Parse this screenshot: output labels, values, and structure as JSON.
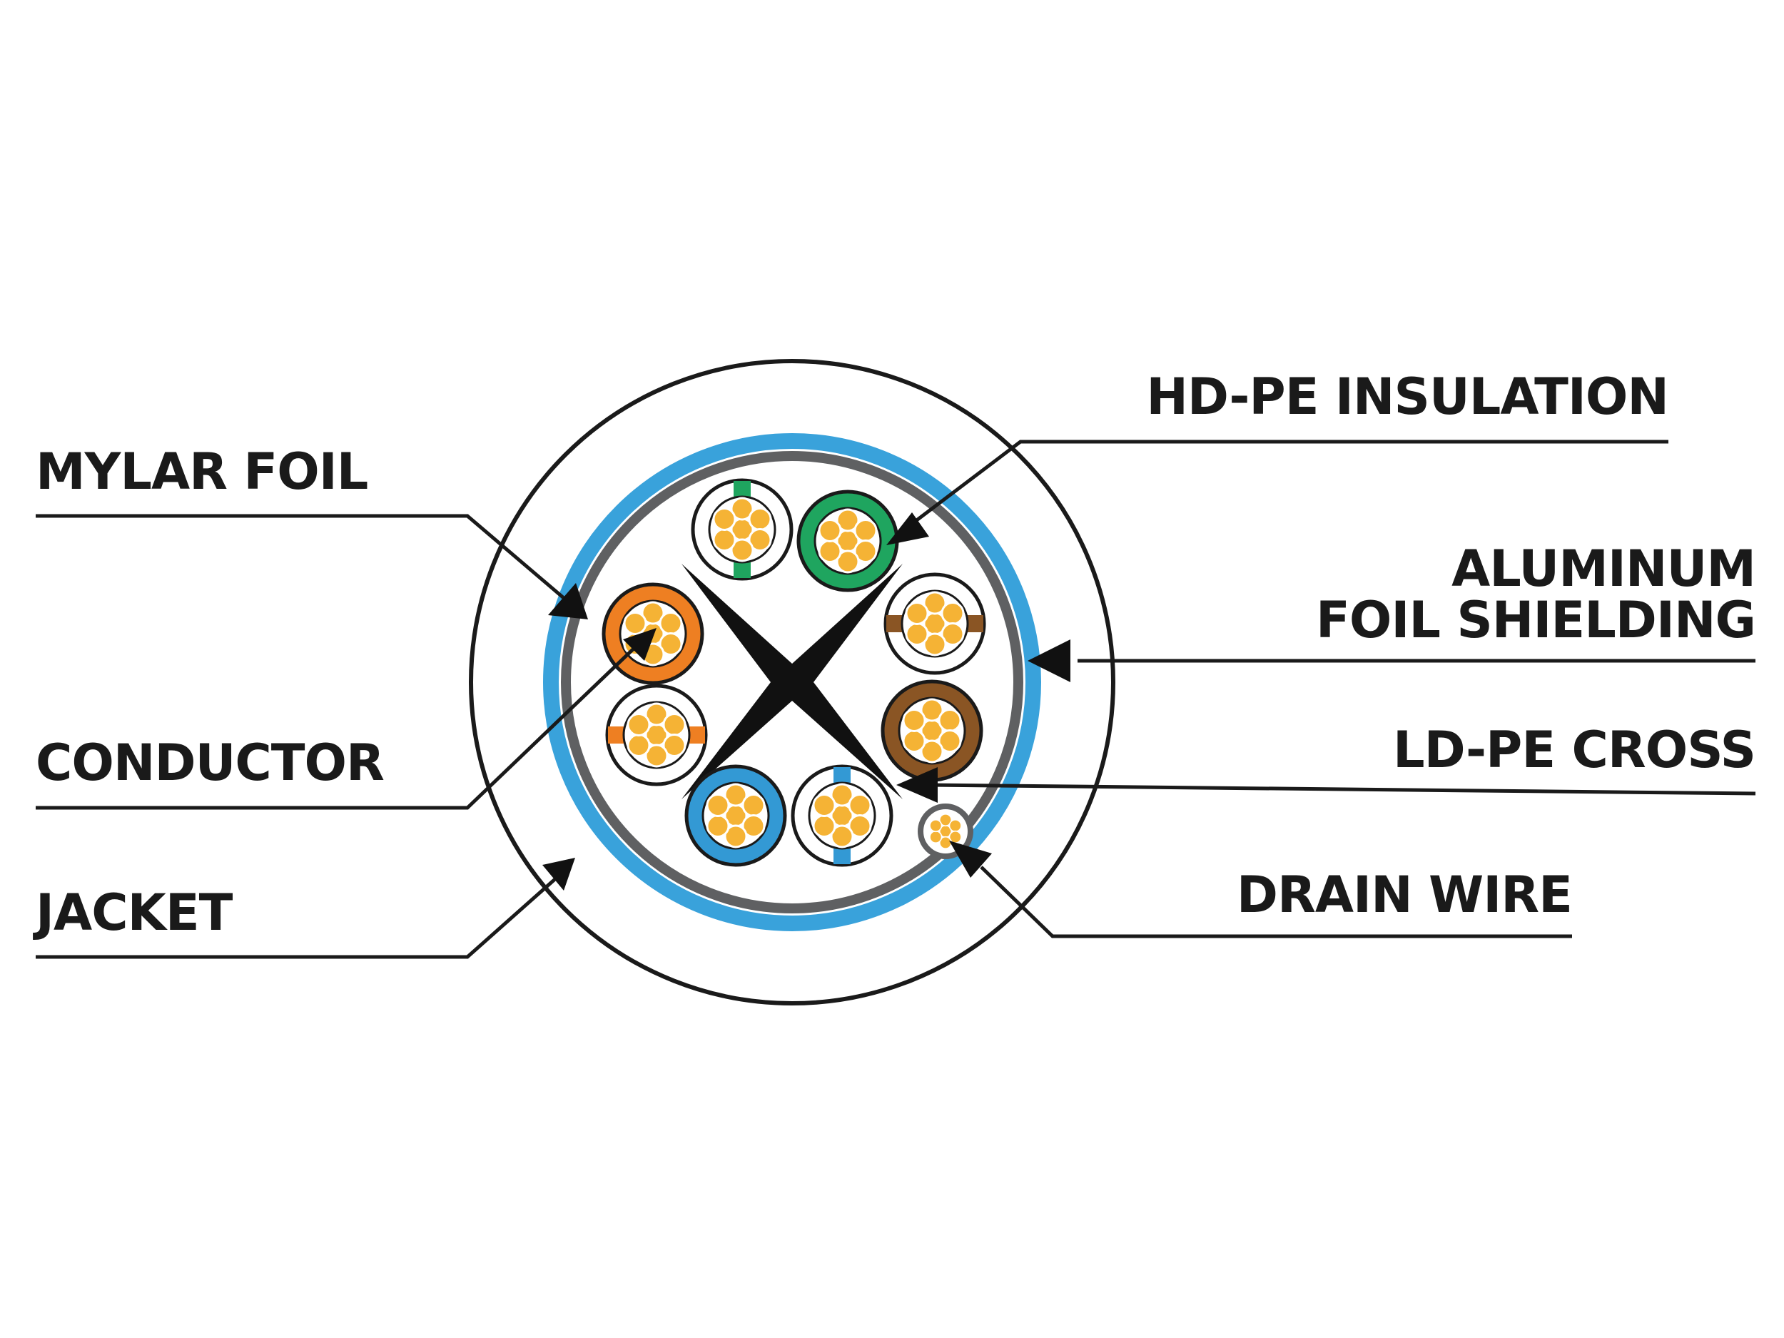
{
  "labels": {
    "mylar_foil": "MYLAR FOIL",
    "conductor": "CONDUCTOR",
    "jacket": "JACKET",
    "hdpe_insulation": "HD-PE INSULATION",
    "aluminum_line1": "ALUMINUM",
    "aluminum_line2": "FOIL SHIELDING",
    "ldpe_cross": "LD-PE CROSS",
    "drain_wire": "DRAIN WIRE"
  },
  "colors": {
    "line": "#1a1a1a",
    "shield_blue": "#39a2db",
    "mylar_gray": "#5f6062",
    "copper": "#f5b335",
    "orange": "#ee7f22",
    "green": "#1fa55f",
    "brown": "#8a5524",
    "blue": "#3399d4"
  },
  "pairs": [
    {
      "name": "orange-pair",
      "color": "orange"
    },
    {
      "name": "green-pair",
      "color": "green"
    },
    {
      "name": "brown-pair",
      "color": "brown"
    },
    {
      "name": "blue-pair",
      "color": "blue"
    }
  ]
}
